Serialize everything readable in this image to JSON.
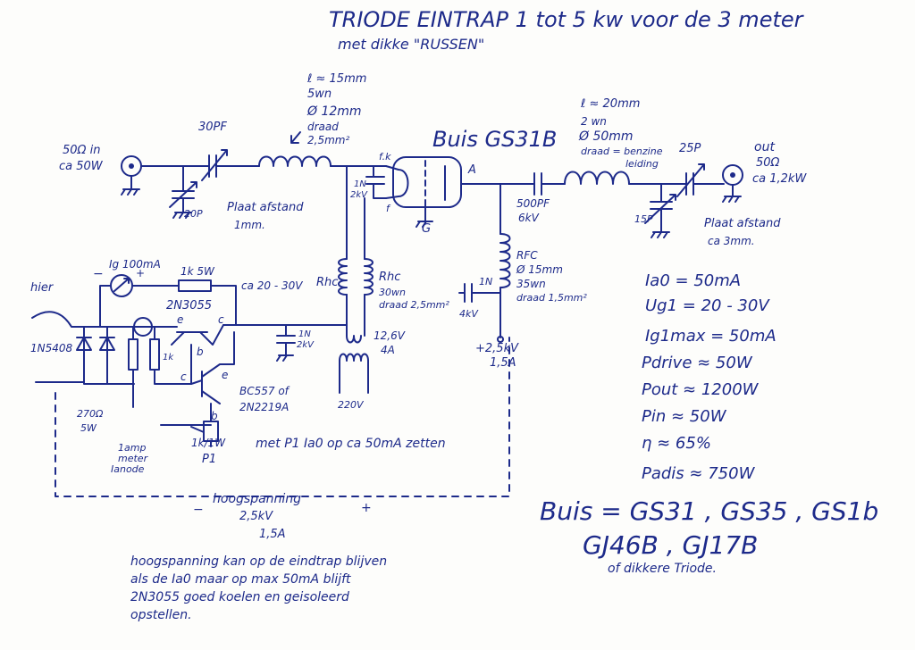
{
  "title": {
    "line1": "TRIODE EINTRAP  1 tot 5 kw voor de 3 meter",
    "line2": "met dikke \"RUSSEN\""
  },
  "rf_input": {
    "label": "50Ω in",
    "power": "ca 50W"
  },
  "input_tune": {
    "series_cap": "30PF",
    "shunt_cap": "20P",
    "note1": "Plaat afstand",
    "note2": "1mm."
  },
  "input_coil": {
    "l1": "ℓ ≈ 15mm",
    "l2": "5wn",
    "l3": "Ø 12mm",
    "l4": "draad",
    "l5": "2,5mm²"
  },
  "tube": {
    "name": "Buis GS31B",
    "fk": "f.k",
    "f": "f",
    "g": "G",
    "a": "A"
  },
  "decoupling_cap": {
    "c1": "1N",
    "c2": "2kV"
  },
  "rhc_left": "Rhc",
  "rhc_right": {
    "name": "Rhc",
    "w1": "30wn",
    "w2": "draad 2,5mm²"
  },
  "transformer": {
    "v": "12,6V",
    "a": "4A",
    "primary": "220V"
  },
  "coupling_cap": {
    "c1": "500PF",
    "c2": "6kV"
  },
  "rfc": {
    "name": "RFC",
    "w1": "Ø 15mm",
    "w2": "35wn",
    "w3": "draad 1,5mm²"
  },
  "anode_supply": {
    "cap1": "1N",
    "cap2": "4kV",
    "v": "+2,5kV",
    "a": "1,5A"
  },
  "output_coil": {
    "l1": "ℓ ≈ 20mm",
    "l2": "2 wn",
    "l3": "Ø 50mm",
    "l4": "draad = benzine",
    "l5": "leiding"
  },
  "output_tune": {
    "series_cap": "25P",
    "shunt_cap": "15P",
    "note1": "Plaat afstand",
    "note2": "ca 3mm."
  },
  "rf_output": {
    "label": "out",
    "imp": "50Ω",
    "power": "ca 1,2kW"
  },
  "grid_circuit": {
    "meter": "Ig 100mA",
    "plus": "+",
    "minus": "−",
    "hier": "hier",
    "resistor_top": "1k 5W",
    "grid_v": "ca 20 - 30V",
    "t1": "2N3055",
    "e1": "e",
    "b1": "b",
    "c1": "c",
    "cap1": "1N",
    "cap2": "2kV",
    "diode": "1N5408",
    "res_1k": "1k",
    "res_270": "270Ω",
    "res_270w": "5W",
    "t2": "BC557 of",
    "t2b": "2N2219A",
    "c2": "c",
    "e2": "e",
    "b2": "b",
    "pot": "1k/1W",
    "pot_name": "P1",
    "meter2a": "1amp",
    "meter2b": "meter",
    "meter2c": "Ianode",
    "setnote": "met P1  Ia0 op ca 50mA zetten"
  },
  "hv_supply": {
    "label": "hoogspanning",
    "v": "2,5kV",
    "a": "1,5A",
    "minus": "−",
    "plus": "+"
  },
  "specs": [
    "Ia0 = 50mA",
    "Ug1 = 20 - 30V",
    "Ig1max = 50mA",
    "Pdrive ≈ 50W",
    "Pout ≈ 1200W",
    "Pin ≈ 50W",
    "η ≈ 65%",
    "Padis ≈ 750W"
  ],
  "tube_alt": {
    "l1": "Buis = GS31 , GS35 , GS1b",
    "l2": "GJ46B , GJ17B",
    "l3": "of dikkere Triode."
  },
  "notes": {
    "n1": "hoogspanning kan op de eindtrap blijven",
    "n2": "als de Ia0 maar op max 50mA blijft",
    "n3": "2N3055 goed koelen en geisoleerd",
    "n4": "opstellen."
  }
}
